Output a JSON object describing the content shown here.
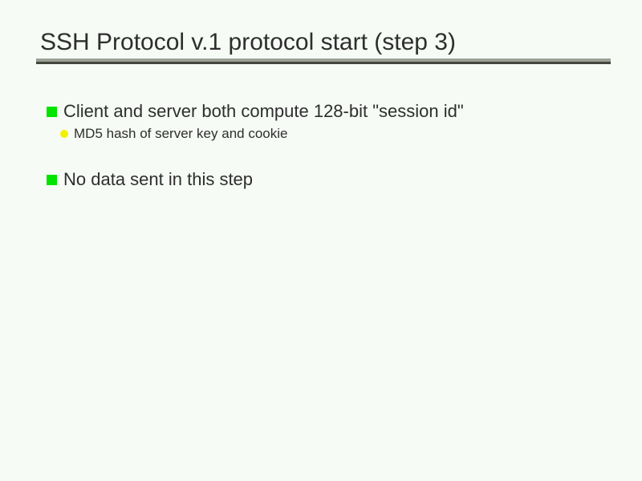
{
  "slide": {
    "title": "SSH Protocol v.1 protocol start (step 3)",
    "colors": {
      "background": "#f6fbf5",
      "text": "#2e2e2e",
      "rule_top": "#9aa094",
      "rule_bottom": "#44463d",
      "bullet_green": "#00e400",
      "bullet_yellow": "#f2f200"
    },
    "bullets": [
      {
        "level": 1,
        "marker": "green-square",
        "text": "Client and server both compute 128-bit \"session id\""
      },
      {
        "level": 2,
        "marker": "yellow-circle",
        "text": "MD5 hash of server key and cookie"
      },
      {
        "level": 1,
        "marker": "green-square",
        "text": "No data sent in this step"
      }
    ]
  }
}
